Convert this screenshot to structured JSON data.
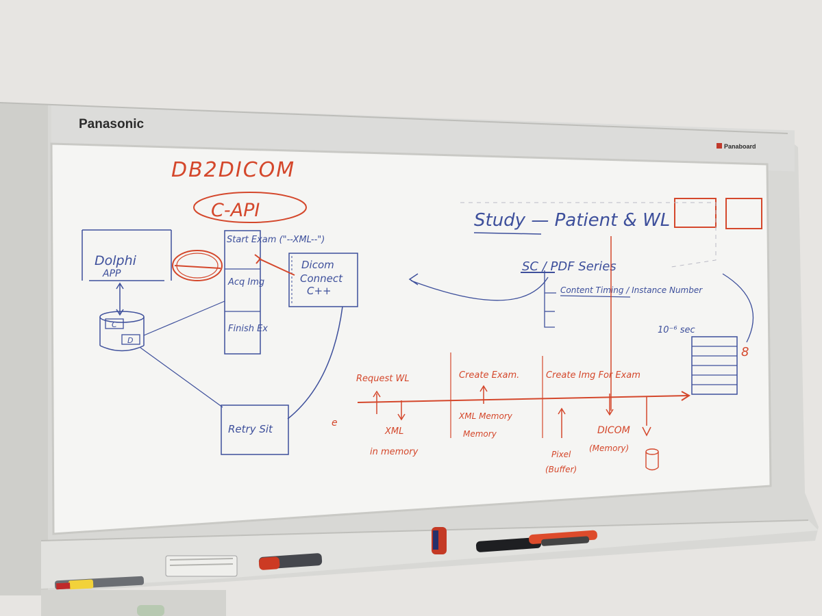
{
  "frame": {
    "brand_left": "Panasonic",
    "brand_right": "Panaboard"
  },
  "board": {
    "title": "DB2DICOM",
    "api_label": "C-API",
    "left_app": {
      "line1": "Dolphi",
      "line2": "APP"
    },
    "db": {
      "c_label": "C",
      "d_label": "D"
    },
    "sequence": {
      "start": "Start Exam (\"--XML--\")",
      "acq": "Acq Img",
      "finish": "Finish Ex"
    },
    "dicom_box": {
      "line1": "Dicom",
      "line2": "Connect",
      "line3": "C++"
    },
    "retry": "Retry Sit",
    "study_header": "Study — Patient & WL",
    "sc_pdf": "SC / PDF Series",
    "content_timing": "Content Timing / Instance Number",
    "timing_unit": "10⁻⁶ sec",
    "timeline": {
      "steps": [
        "Request WL",
        "Create Exam.",
        "Create Img For Exam"
      ],
      "notes": {
        "xml_memory": [
          "XML",
          "in memory"
        ],
        "xml_memory2": [
          "XML Memory",
          "Memory"
        ],
        "pixel": [
          "Pixel",
          "(Buffer)"
        ],
        "dicom": [
          "DICOM",
          "(Memory)"
        ]
      },
      "small_e": "e"
    },
    "count_8": "8"
  },
  "colors": {
    "red_marker": "#d4472b",
    "blue_marker": "#3d4f9b",
    "board_white": "#f4f4f2",
    "frame_gray": "#d9d9d6"
  },
  "tray_items": [
    "yellow-marker",
    "eraser",
    "red-marker",
    "red-cap",
    "black-marker",
    "red-marker-2"
  ]
}
